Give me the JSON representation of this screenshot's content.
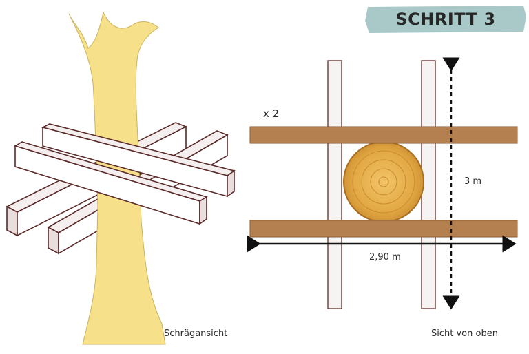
{
  "step_title": "SCHRITT 3",
  "views": {
    "oblique": "Schrägansicht",
    "top": "Sicht von oben"
  },
  "annotations": {
    "multiplier": "x 2",
    "length_vertical": "3 m",
    "length_horizontal": "2,90 m"
  },
  "colors": {
    "trunk": "#f7e08a",
    "beam_light": "#f4efee",
    "beam_dark_outline": "#5a2a2a",
    "plank_wood": "#b5804f",
    "log_wood": "#e2a844",
    "badge_bg": "#a9c9c9",
    "arrow": "#111111"
  }
}
